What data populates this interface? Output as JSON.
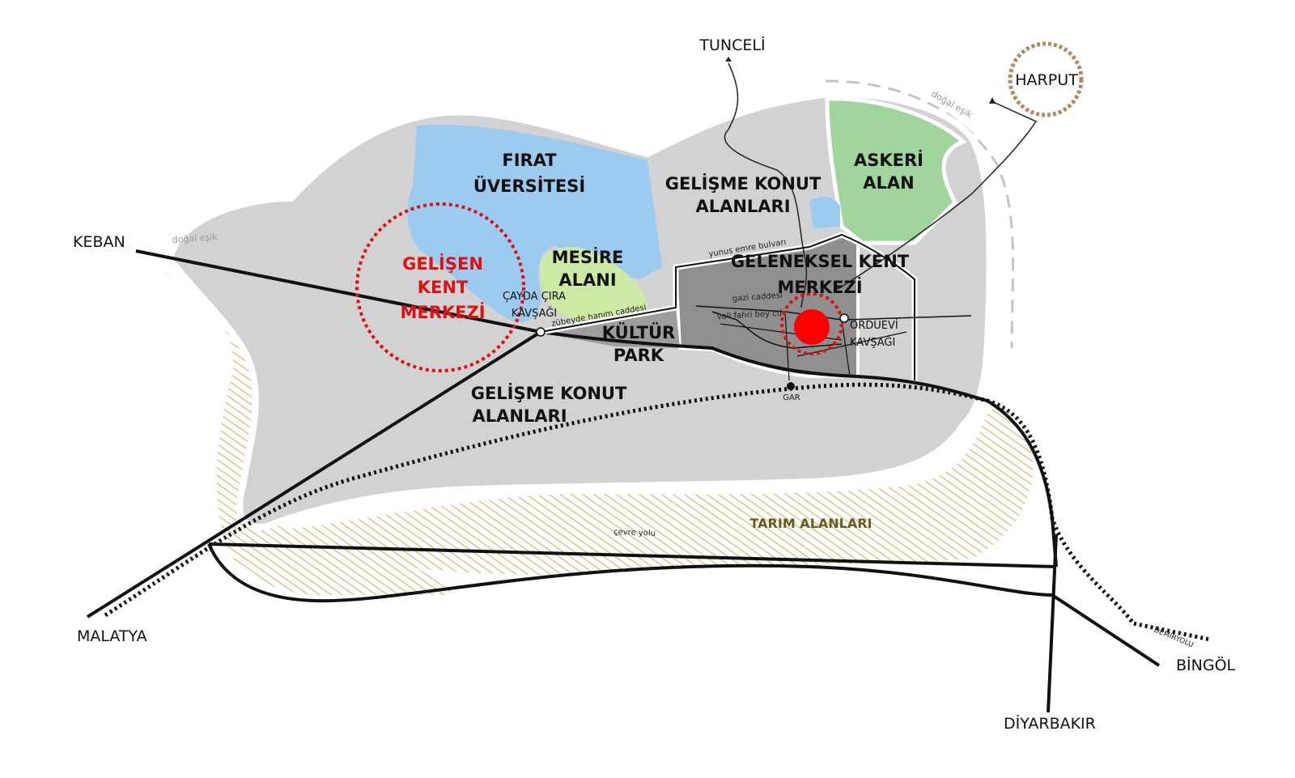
{
  "colors": {
    "urban_gray": "#d2d2d2",
    "center_dark": "#8f8f8f",
    "university_blue": "#9ccbf0",
    "military_green": "#9fd49d",
    "park_lightgreen": "#cdeaa5",
    "agri_hatch": "#d9c58c",
    "red_marker": "#ff0000",
    "harput_ring": "#b38a5e"
  },
  "cities": {
    "tunceli": "TUNCELİ",
    "harput": "HARPUT",
    "keban": "KEBAN",
    "malatya": "MALATYA",
    "bingol": "BİNGÖL",
    "diyarbakir": "DİYARBAKIR"
  },
  "zones": {
    "firat_1": "FIRAT",
    "firat_2": "ÜVERSİTESİ",
    "gelisme_north_1": "GELİŞME KONUT",
    "gelisme_north_2": "ALANLARI",
    "askeri_1": "ASKERİ",
    "askeri_2": "ALAN",
    "mesire_1": "MESİRE",
    "mesire_2": "ALANI",
    "geleneksel_1": "GELENEKSEL KENT",
    "geleneksel_2": "MERKEZİ",
    "kultur_1": "KÜLTÜR",
    "kultur_2": "PARK",
    "gelisme_south_1": "GELİŞME KONUT",
    "gelisme_south_2": "ALANLARI",
    "tarim": "TARIM ALANLARI"
  },
  "gelisen": {
    "line1": "GELİŞEN",
    "line2": "KENT",
    "line3": "MERKEZİ"
  },
  "junctions": {
    "cayda_1": "ÇAYDA ÇIRA",
    "cayda_2": "KAVŞAĞI",
    "orduevi_1": "ORDUEVİ",
    "orduevi_2": "KAVŞAĞI",
    "gar": "GAR"
  },
  "streets": {
    "yunus": "yunus emre bulvarı",
    "gazi": "gazi caddesi",
    "vali": "vali fahri bey cd.",
    "zubeyde": "zübeyde hanım caddesi",
    "cevre": "çevre yolu",
    "demiryolu": "DEMİRYOLU"
  },
  "thresholds": {
    "left": "doğal eşik",
    "right": "doğal eşik"
  }
}
